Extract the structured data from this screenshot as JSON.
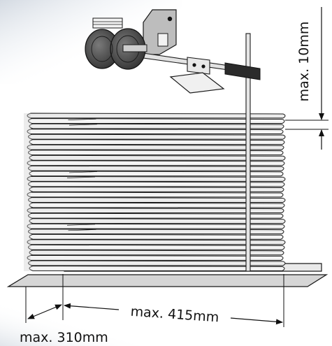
{
  "labels": {
    "height_max": "max. 10mm",
    "length_max": "max. 415mm",
    "width_max": "max. 310mm"
  },
  "colors": {
    "ink": "#1a1a1a",
    "paper": "#f4f4f4",
    "paper_shadow": "#c9c9c9",
    "base": "#d9d9d9",
    "weight_dark": "#4a4a4a",
    "fade": "#e8ecf2"
  }
}
